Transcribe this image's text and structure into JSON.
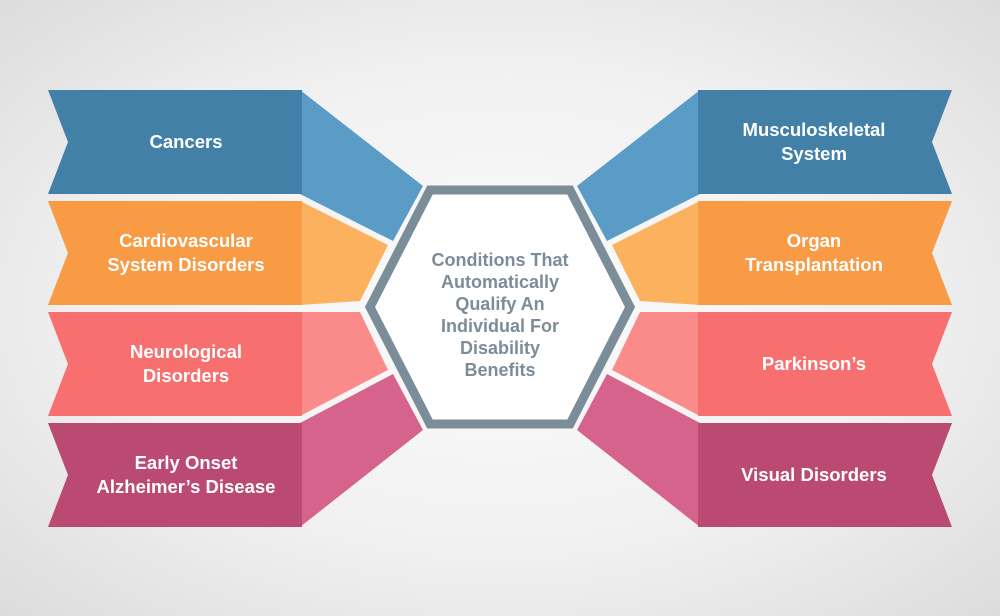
{
  "center": {
    "title": "Conditions That\nAutomatically\nQualify An\nIndividual For\nDisability\nBenefits",
    "border_color": "#7c8d9a"
  },
  "left_items": [
    {
      "name": "cancers",
      "label": "Cancers",
      "band": "#4280a8",
      "wing": "#5a9cc5"
    },
    {
      "name": "cardiovascular",
      "label": "Cardiovascular\nSystem Disorders",
      "band": "#f99a45",
      "wing": "#fcb15e"
    },
    {
      "name": "neurological",
      "label": "Neurological\nDisorders",
      "band": "#f7706f",
      "wing": "#fa8b8a"
    },
    {
      "name": "early-onset-alzheimers",
      "label": "Early Onset\nAlzheimer’s Disease",
      "band": "#bb4a72",
      "wing": "#d6638b"
    }
  ],
  "right_items": [
    {
      "name": "musculoskeletal",
      "label": "Musculoskeletal\nSystem",
      "band": "#4280a8",
      "wing": "#5a9cc5"
    },
    {
      "name": "organ-transplantation",
      "label": "Organ\nTransplantation",
      "band": "#f99a45",
      "wing": "#fcb15e"
    },
    {
      "name": "parkinsons",
      "label": "Parkinson’s",
      "band": "#f7706f",
      "wing": "#fa8b8a"
    },
    {
      "name": "visual-disorders",
      "label": "Visual Disorders",
      "band": "#bb4a72",
      "wing": "#d6638b"
    }
  ]
}
